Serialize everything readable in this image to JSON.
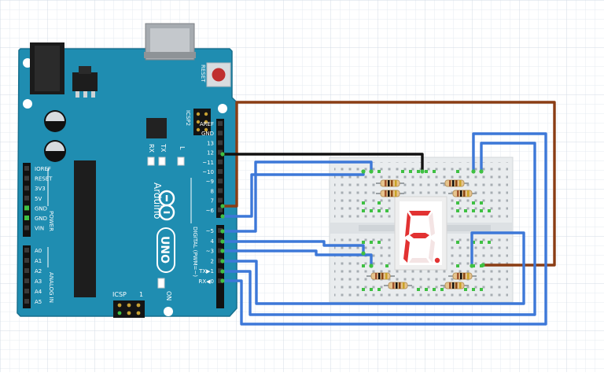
{
  "colors": {
    "grid": "#dfe6ee",
    "board": "#1f8db1",
    "board_edge": "#176f8d",
    "silk": "#ffffff",
    "breadboard": "#eceff1",
    "wire_blue": "#3d78d8",
    "wire_brown": "#8a3d14",
    "wire_black": "#111111",
    "segment_on": "#e23232",
    "reset_button": "#c0302f"
  },
  "board": {
    "name_text": "Arduino",
    "model_text": "UNO",
    "reset_label": "RESET",
    "icsp2_label": "ICSP2",
    "icsp_label": "ICSP",
    "icsp_pin1": "1",
    "tx_label": "TX",
    "rx_label": "RX",
    "l_label": "L",
    "on_label": "ON",
    "digital_label": "DIGITAL (PWM=~)",
    "power_label": "POWER",
    "analog_label": "ANALOG IN",
    "digital_pins": [
      "AREF",
      "GND",
      "13",
      "12",
      "~11",
      "~10",
      "~9",
      "8",
      "7",
      "~6",
      "~5",
      "4",
      "~3",
      "2",
      "TX▶1",
      "RX◀0"
    ],
    "power_pins": [
      "IOREF",
      "RESET",
      "3V3",
      "5V",
      "GND",
      "GND",
      "VIN"
    ],
    "analog_pins": [
      "A0",
      "A1",
      "A2",
      "A3",
      "A4",
      "A5"
    ]
  },
  "display": {
    "glyph": "F",
    "lit_segments": [
      "a",
      "e",
      "f",
      "g"
    ],
    "decimal_point_lit": true
  },
  "wire_icons": [
    "breadboard-icon",
    "arduino-uno-icon",
    "seven-segment-display-icon",
    "resistor-icon"
  ]
}
